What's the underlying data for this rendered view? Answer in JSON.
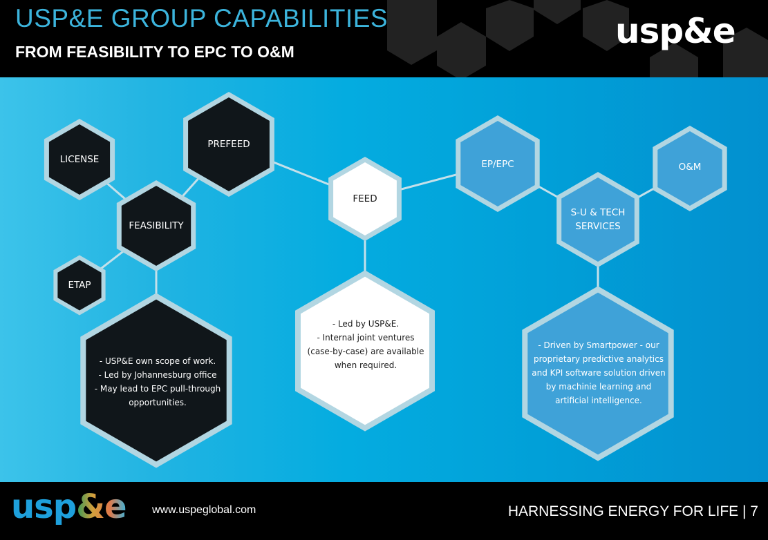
{
  "header": {
    "title": "USP&E GROUP CAPABILITIES",
    "subtitle": "FROM FEASIBILITY TO EPC TO O&M",
    "logo_text": "usp&e"
  },
  "diagram": {
    "nodes": [
      {
        "id": "license",
        "label": "LICENSE",
        "style": "dark"
      },
      {
        "id": "prefeed",
        "label": "PREFEED",
        "style": "dark"
      },
      {
        "id": "feasibility",
        "label": "FEASIBILITY",
        "style": "dark"
      },
      {
        "id": "etap",
        "label": "ETAP",
        "style": "dark"
      },
      {
        "id": "feed",
        "label": "FEED",
        "style": "white"
      },
      {
        "id": "ep_epc",
        "label": "EP/EPC",
        "style": "blue"
      },
      {
        "id": "su_tech",
        "label_line1": "S-U & TECH",
        "label_line2": "SERVICES",
        "style": "blue"
      },
      {
        "id": "om",
        "label": "O&M",
        "style": "blue"
      }
    ],
    "descriptions": {
      "feasibility": {
        "lines": [
          "- USP&E own scope of work.",
          "- Led by Johannesburg office",
          "- May lead to EPC pull-through",
          "opportunities."
        ]
      },
      "feed": {
        "lines": [
          "- Led by USP&E.",
          "- Internal joint ventures",
          "(case-by-case) are available",
          "when required."
        ]
      },
      "services": {
        "lines": [
          "- Driven by Smartpower - our",
          "proprietary predictive analytics",
          "and KPI software solution driven",
          "by machinie learning and",
          "artificial intelligence."
        ]
      }
    },
    "colors": {
      "dark_fill": "#10161a",
      "white_fill": "#ffffff",
      "blue_fill": "#3fa2d8",
      "border": "#b2d6e2",
      "connector": "#c4e0ea"
    }
  },
  "footer": {
    "logo_usp": "usp",
    "logo_amp": "&e",
    "url": "www.uspeglobal.com",
    "tagline": "HARNESSING ENERGY FOR LIFE | 7"
  }
}
